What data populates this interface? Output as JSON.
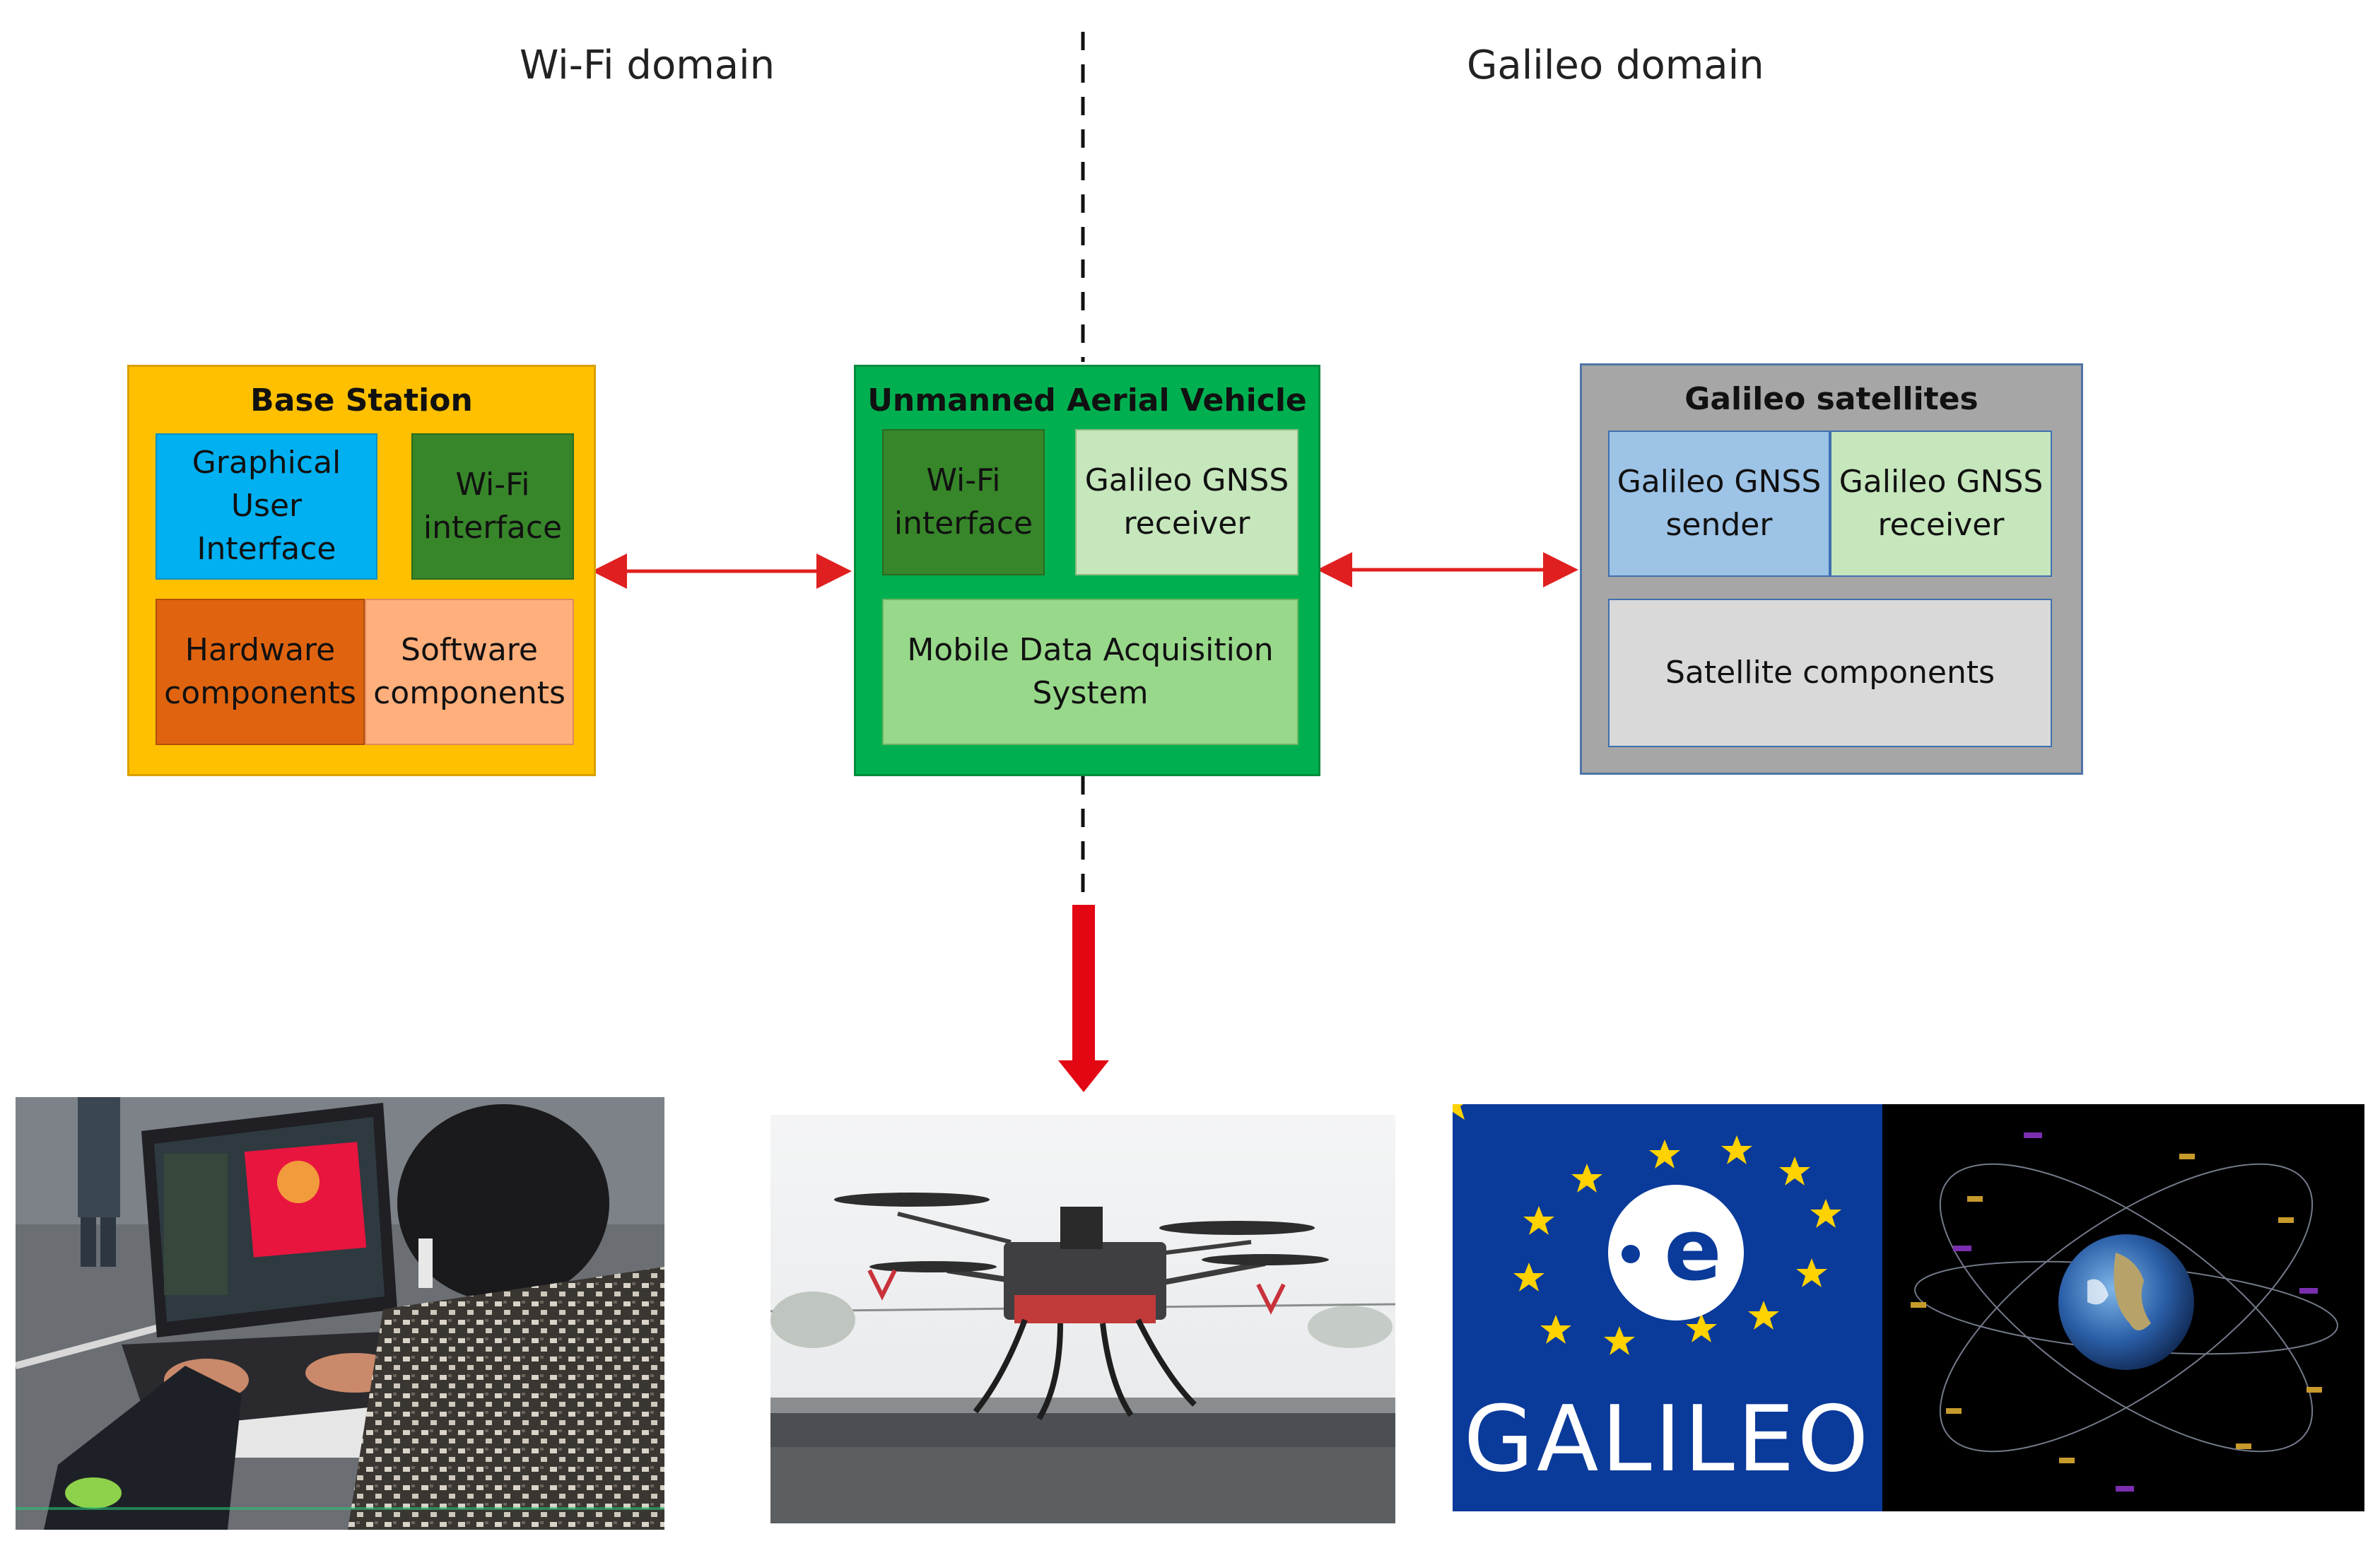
{
  "domains": {
    "left_label": "Wi-Fi domain",
    "right_label": "Galileo domain"
  },
  "base_station": {
    "title": "Base Station",
    "gui": "Graphical\nUser\nInterface",
    "wifi": "Wi-Fi\ninterface",
    "hardware": "Hardware\ncomponents",
    "software": "Software\ncomponents"
  },
  "uav": {
    "title": "Unmanned Aerial Vehicle",
    "wifi": "Wi-Fi\ninterface",
    "gnss_receiver": "Galileo GNSS\nreceiver",
    "mdas": "Mobile Data Acquisition\nSystem"
  },
  "satellites": {
    "title": "Galileo satellites",
    "gnss_sender": "Galileo GNSS\nsender",
    "gnss_receiver": "Galileo GNSS\nreceiver",
    "components": "Satellite components"
  },
  "galileo_logo": {
    "wordmark": "GALILEO"
  },
  "icons": {
    "bidirectional_arrow": "double-headed-arrow-icon",
    "down_arrow": "down-arrow-icon",
    "e_logo": "galileo-e-logo-icon",
    "star": "star-icon"
  },
  "colors": {
    "base_station_bg": "#FFC000",
    "gui_bg": "#00B0F0",
    "wifi_dark_green": "#37862A",
    "hardware_bg": "#E06410",
    "software_bg": "#FFAF7C",
    "uav_bg": "#00B050",
    "uav_light_green": "#C6E6BC",
    "uav_mid_green": "#98D88A",
    "sat_box_bg": "#A6A6A6",
    "sat_sender_bg": "#9DC3E6",
    "sat_receiver_bg": "#C6E6BC",
    "sat_comp_bg": "#D9D9D9",
    "arrow_red": "#E02020",
    "eu_blue": "#0A3A9A",
    "eu_star": "#FFD200"
  }
}
